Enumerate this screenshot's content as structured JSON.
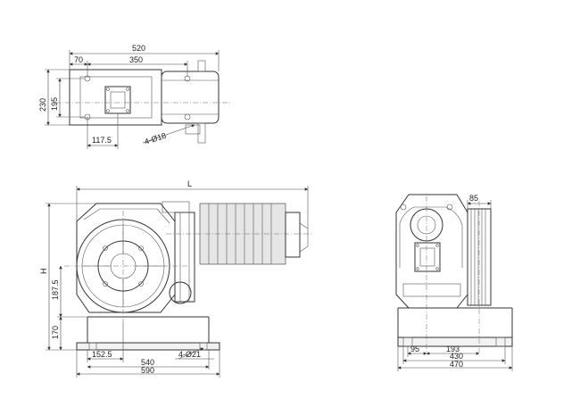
{
  "top_view": {
    "dims": {
      "overall_width": "520",
      "left_offset": "70",
      "center_span": "350",
      "height_outer": "230",
      "height_inner": "195",
      "bottom_offset": "117.5",
      "hole_spec": "4-Ø18"
    }
  },
  "front_view": {
    "dims": {
      "length": "L",
      "height": "H",
      "center_height": "187.5",
      "base_height": "170",
      "hole_offset": "152.5",
      "hole_spec": "4-Ø21",
      "base_inner": "540",
      "base_outer": "590"
    }
  },
  "side_view": {
    "dims": {
      "sheave_width": "85",
      "left_offset": "95",
      "center_span": "193",
      "base_inner": "430",
      "base_outer": "470"
    }
  }
}
